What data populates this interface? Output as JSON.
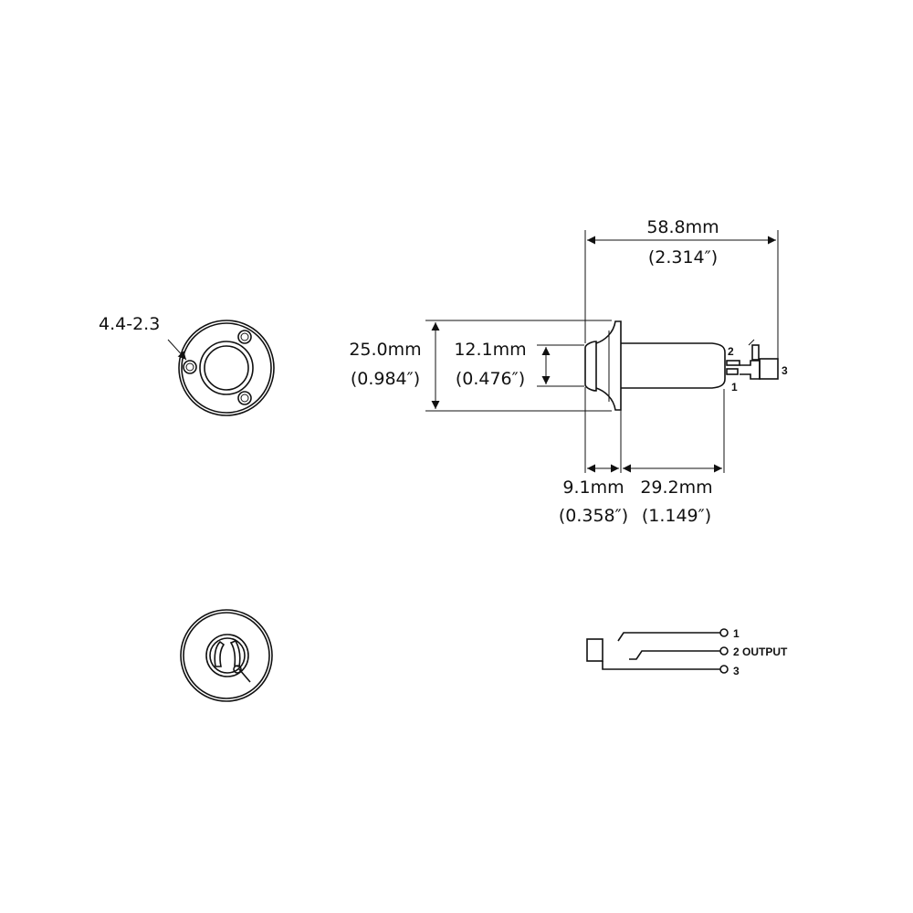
{
  "front_view": {
    "hole_label": "4.4-2.3"
  },
  "side_view": {
    "overall_length": {
      "mm": "58.8mm",
      "inch": "(2.314″)"
    },
    "flange_diameter": {
      "mm": "25.0mm",
      "inch": "(0.984″)"
    },
    "thread_diameter": {
      "mm": "12.1mm",
      "inch": "(0.476″)"
    },
    "thread_length": {
      "mm": "9.1mm",
      "inch": "(0.358″)"
    },
    "body_length": {
      "mm": "29.2mm",
      "inch": "(1.149″)"
    },
    "pins": [
      "2",
      "3",
      "1"
    ]
  },
  "schematic": {
    "terminals": [
      "1",
      "2 OUTPUT",
      "3"
    ]
  }
}
